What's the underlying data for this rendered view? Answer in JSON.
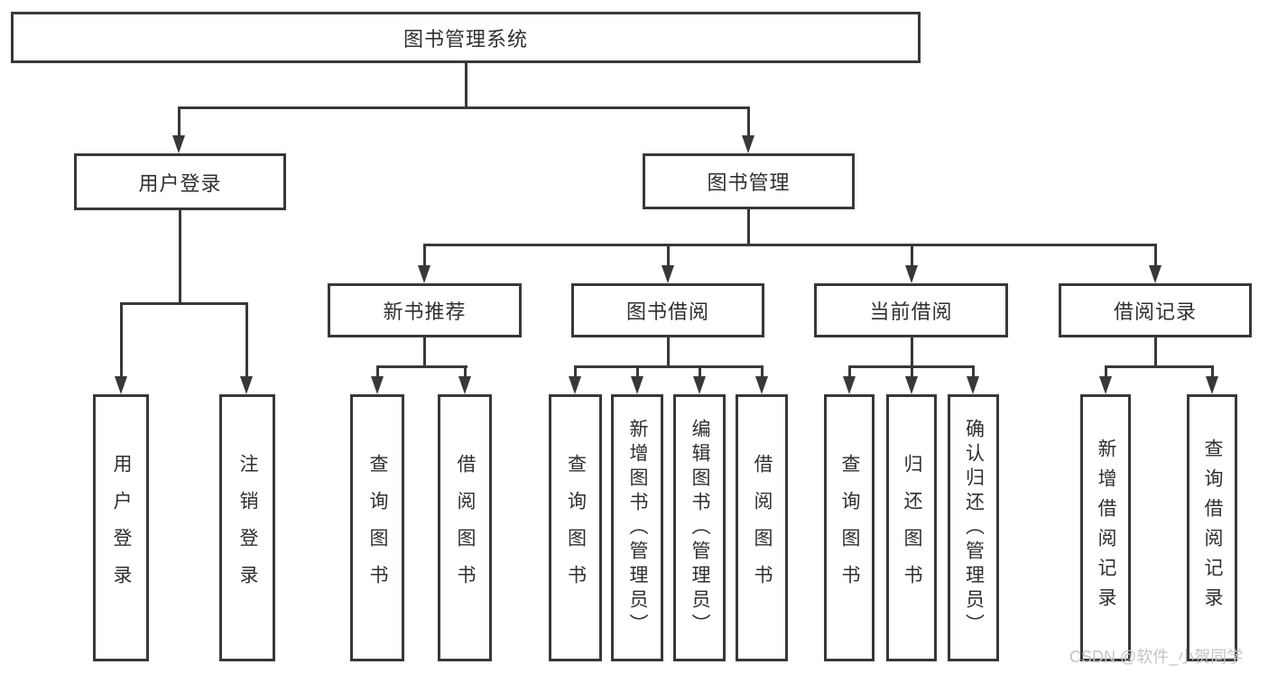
{
  "tree": {
    "label": "图书管理系统",
    "children": [
      {
        "label": "用户登录",
        "children": [
          {
            "label": "用户登录"
          },
          {
            "label": "注销登录"
          }
        ]
      },
      {
        "label": "图书管理",
        "children": [
          {
            "label": "新书推荐",
            "children": [
              {
                "label": "查询图书"
              },
              {
                "label": "借阅图书"
              }
            ]
          },
          {
            "label": "图书借阅",
            "children": [
              {
                "label": "查询图书"
              },
              {
                "label": "新增图书（管理员）"
              },
              {
                "label": "编辑图书（管理员）"
              },
              {
                "label": "借阅图书"
              }
            ]
          },
          {
            "label": "当前借阅",
            "children": [
              {
                "label": "查询图书"
              },
              {
                "label": "归还图书"
              },
              {
                "label": "确认归还（管理员）"
              }
            ]
          },
          {
            "label": "借阅记录",
            "children": [
              {
                "label": "新增借阅记录"
              },
              {
                "label": "查询借阅记录"
              }
            ]
          }
        ]
      }
    ]
  },
  "watermark": {
    "text": "CSDN @软件_小贺同学"
  },
  "colors": {
    "line": "#383838",
    "text": "#2f2f2f",
    "box_background": "#ffffff",
    "watermark": "#c4c4c4"
  }
}
